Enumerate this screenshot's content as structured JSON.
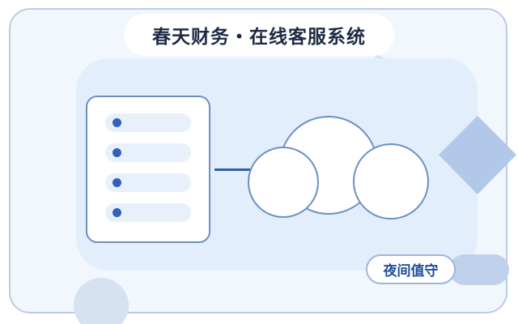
{
  "title": "春天财务・在线客服系统",
  "badge": "夜间值守",
  "list_items": 4,
  "colors": {
    "frame_border": "#bccbe3",
    "frame_fill": "#f2f6fd",
    "panel_fill": "#e3eefc",
    "accent": "#2f62b8",
    "outline": "#6c8fc4",
    "title_text": "#1e2a45",
    "badge_text": "#1e4f9c"
  },
  "icons": {
    "list": "document-list-icon",
    "cloud": "cloud-icon",
    "diamond": "diamond-shape"
  }
}
